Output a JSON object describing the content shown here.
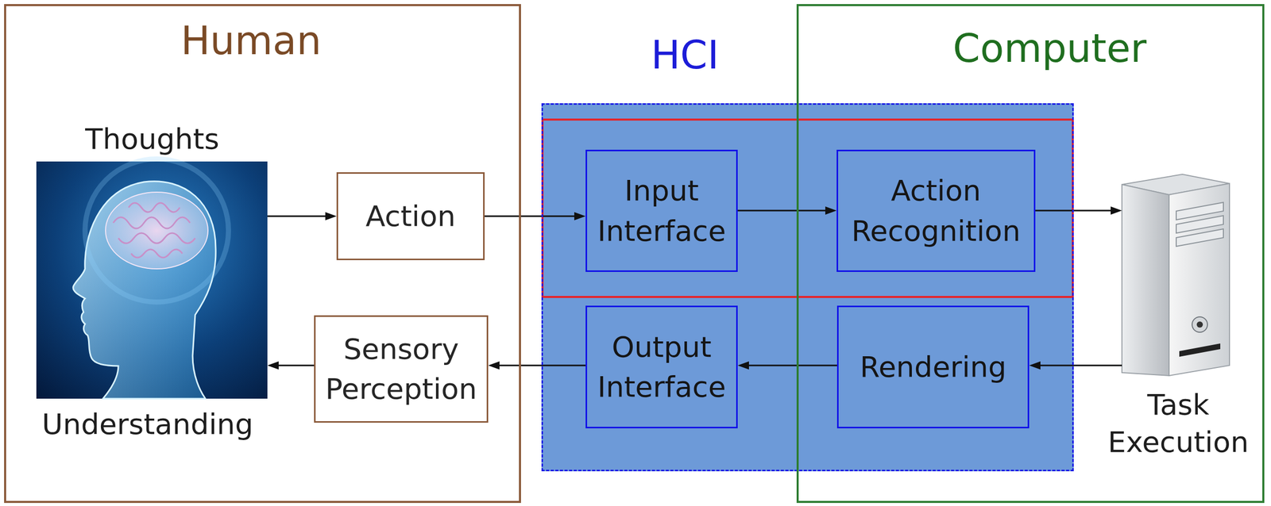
{
  "diagram": {
    "nodes": [
      {
        "text": [
          "Human"
        ]
      },
      {
        "text": [
          "Thoughts",
          "Understanding"
        ],
        "in": 0
      },
      {
        "text": [
          "Action"
        ],
        "in": 0
      },
      {
        "text": [
          "Sensory Perception"
        ],
        "in": 0
      },
      {
        "text": [
          "HCI"
        ]
      },
      {
        "text": [
          "Input Interface"
        ],
        "in": 4
      },
      {
        "text": [
          "Action Recognition"
        ],
        "in": 4
      },
      {
        "text": [
          "Output Interface"
        ],
        "in": 4
      },
      {
        "text": [
          "Rendering"
        ],
        "in": 4
      },
      {
        "text": [
          "Computer"
        ]
      },
      {
        "text": [
          "Task Execution"
        ],
        "in": 9
      }
    ],
    "edges": [
      {
        "from": 1,
        "to": 2,
        "arrow": "to"
      },
      {
        "from": 2,
        "to": 5,
        "arrow": "to"
      },
      {
        "from": 5,
        "to": 6,
        "arrow": "to"
      },
      {
        "from": 6,
        "to": 10,
        "arrow": "to"
      },
      {
        "from": 10,
        "to": 8,
        "arrow": "to"
      },
      {
        "from": 8,
        "to": 7,
        "arrow": "to"
      },
      {
        "from": 7,
        "to": 3,
        "arrow": "to"
      },
      {
        "from": 3,
        "to": 1,
        "arrow": "to"
      }
    ]
  }
}
